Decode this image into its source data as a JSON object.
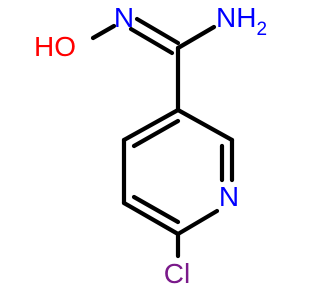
{
  "molecule": {
    "atoms": {
      "nitrogen_imine": {
        "text": "N",
        "color": "#0000ff"
      },
      "hydroxyl": {
        "text": "HO",
        "color": "#ff0000"
      },
      "amine": {
        "text": "NH",
        "subscript": "2",
        "color": "#0000ff"
      },
      "ring_nitrogen": {
        "text": "N",
        "color": "#0000ff"
      },
      "chlorine": {
        "text": "Cl",
        "color": "#7a1a8a"
      }
    },
    "bond_color": "#000000"
  }
}
